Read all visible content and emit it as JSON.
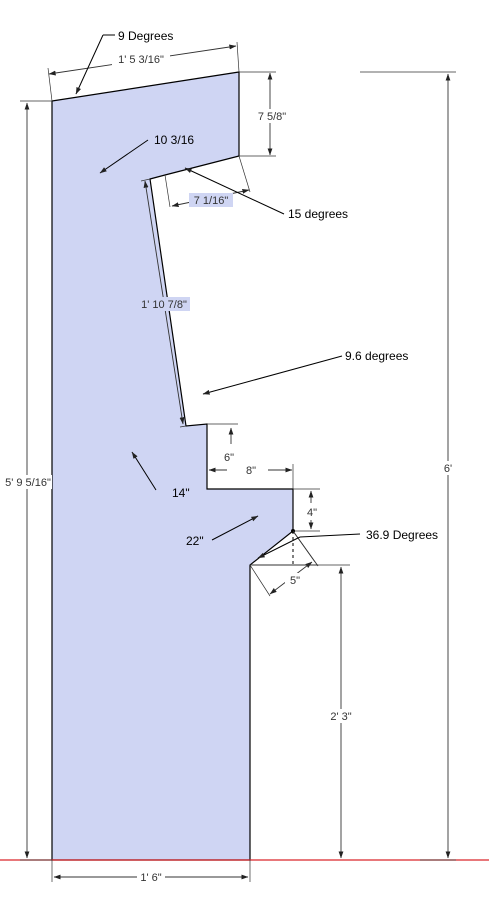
{
  "colors": {
    "panel_fill": "#cfd5f3",
    "outline": "#000000",
    "dimension": "#333333",
    "ground_line": "#d9262b",
    "background": "#ffffff"
  },
  "dimensions": {
    "top_width": "1' 5 3/16\"",
    "right_top_height": "7 5/8\"",
    "inner_top_edge": "7 1/16\"",
    "screen_length": "1' 10 7/8\"",
    "step_height": "6\"",
    "step_width": "8\"",
    "step_drop": "4\"",
    "bevel_length": "5\"",
    "lower_height": "2' 3\"",
    "bottom_width": "1' 6\"",
    "left_height": "5' 9 5/16\"",
    "total_height": "6'"
  },
  "notes": {
    "top_angle": "9 Degrees",
    "upper_inner": "10 3/16",
    "cutout_angle": "15 degrees",
    "screen_angle": "9.6 degrees",
    "middle_depth": "14\"",
    "lower_depth": "22\"",
    "bevel_angle": "36.9 Degrees"
  }
}
